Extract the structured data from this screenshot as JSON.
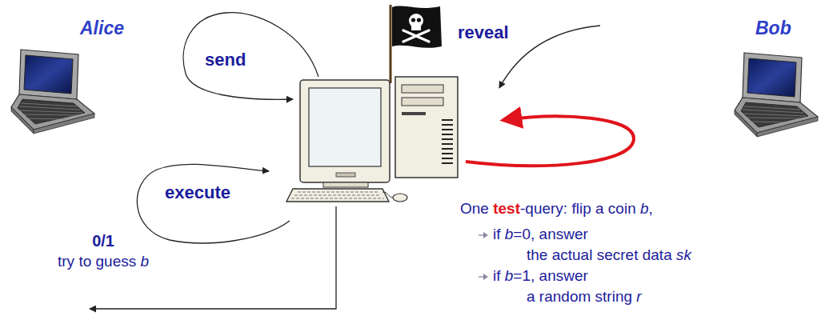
{
  "diagram": {
    "labels": [
      "Alice",
      "send",
      "reveal",
      "Bob",
      "execute",
      "One test-query: flip a coin b,",
      "if b=0, answer",
      "the actual secret data sk",
      "if b=1, answer",
      "a random string r",
      "0/1",
      "try to guess b"
    ]
  }
}
